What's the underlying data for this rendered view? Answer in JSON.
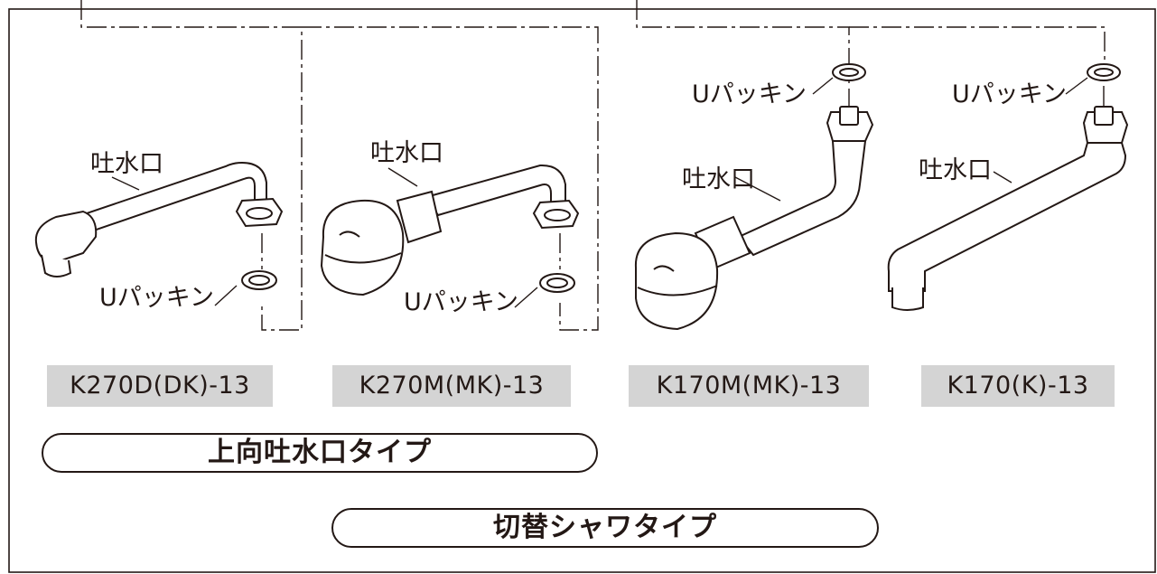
{
  "colors": {
    "ink": "#231815",
    "model_bg": "#d4d4d4",
    "faucet_fill": "#ffffff",
    "head_fill": "#bdbdbd"
  },
  "labels": {
    "spout": "吐水口",
    "gasket": "Uパッキン"
  },
  "models": [
    {
      "name": "K270D(DK)-13"
    },
    {
      "name": "K270M(MK)-13"
    },
    {
      "name": "K170M(MK)-13"
    },
    {
      "name": "K170(K)-13"
    }
  ],
  "types": {
    "upward": "上向吐水口タイプ",
    "shower": "切替シャワタイプ"
  }
}
